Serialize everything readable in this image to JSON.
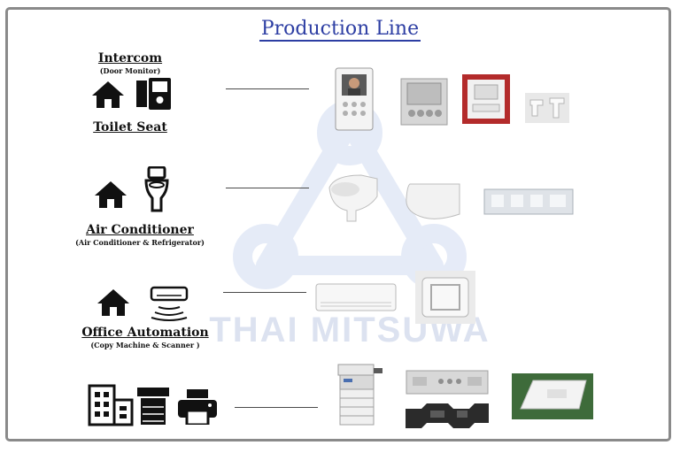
{
  "title": "Production Line",
  "watermark_text": "THAI MITSUWA",
  "categories": [
    {
      "name": "Intercom",
      "sub": "(Door Monitor)"
    },
    {
      "name": "Toilet Seat",
      "sub": ""
    },
    {
      "name": "Air Conditioner",
      "sub": "(Air Conditioner & Refrigerator)"
    },
    {
      "name": "Office Automation",
      "sub": "(Copy Machine & Scanner )"
    }
  ],
  "icons": [
    "house-icon",
    "intercom-panel-icon",
    "toilet-icon",
    "air-conditioner-icon",
    "office-building-icon",
    "copier-icon",
    "printer-icon"
  ],
  "colors": {
    "title": "#2d3ea3",
    "frame": "#8a8a8a",
    "watermark": "#c9d5ee"
  }
}
